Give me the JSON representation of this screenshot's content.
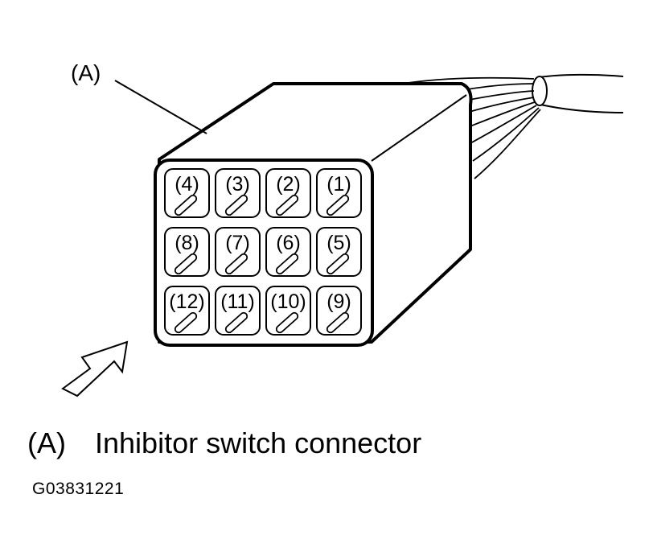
{
  "callout": {
    "label": "(A)"
  },
  "connector": {
    "pins": [
      [
        "(4)",
        "(3)",
        "(2)",
        "(1)"
      ],
      [
        "(8)",
        "(7)",
        "(6)",
        "(5)"
      ],
      [
        "(12)",
        "(11)",
        "(10)",
        "(9)"
      ]
    ]
  },
  "legend": {
    "key": "(A)",
    "text": "Inhibitor switch connector"
  },
  "figure_id": "G03831221",
  "icons": {
    "arrow": "view-direction-arrow-icon",
    "cable": "wire-harness-icon"
  }
}
